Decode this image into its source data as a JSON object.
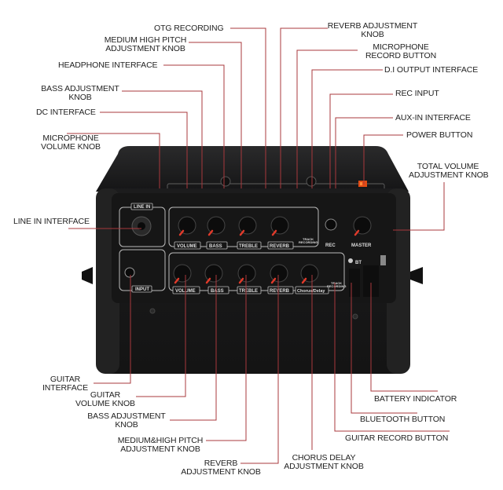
{
  "diagram": {
    "subject": "Portable guitar amplifier control panel",
    "line_color": "#a8383c",
    "body_color": "#1e1e1f",
    "top_callouts": {
      "otg_recording": "OTG RECORDING",
      "medium_high_pitch": [
        "MEDIUM HIGH PITCH",
        "ADJUSTMENT KNOB"
      ],
      "headphone_interface": "HEADPHONE INTERFACE",
      "bass_adjustment": [
        "BASS ADJUSTMENT",
        "KNOB"
      ],
      "dc_interface": "DC INTERFACE",
      "microphone_volume": [
        "MICROPHONE",
        "VOLUME KNOB"
      ],
      "reverb_adjustment": [
        "REVERB ADJUSTMENT",
        "KNOB"
      ],
      "microphone_record": [
        "MICROPHONE",
        "RECORD BUTTON"
      ],
      "di_output": "D.I OUTPUT INTERFACE",
      "rec_input": "REC INPUT",
      "aux_in": "AUX-IN INTERFACE",
      "power_button": "POWER BUTTON",
      "total_volume": [
        "TOTAL VOLUME",
        "ADJUSTMENT KNOB"
      ]
    },
    "side_callouts": {
      "line_in": "LINE IN INTERFACE"
    },
    "bottom_callouts": {
      "guitar_interface": [
        "GUITAR",
        "INTERFACE"
      ],
      "guitar_volume": [
        "GUITAR",
        "VOLUME KNOB"
      ],
      "bass_adjustment": [
        "BASS ADJUSTMENT",
        "KNOB"
      ],
      "medium_high_pitch": [
        "MEDIUM&HIGH PITCH",
        "ADJUSTMENT KNOB"
      ],
      "reverb_adjustment": [
        "REVERB",
        "ADJUSTMENT KNOB"
      ],
      "chorus_delay": [
        "CHORUS DELAY",
        "ADJUSTMENT KNOB"
      ],
      "guitar_record": "GUITAR RECORD BUTTON",
      "bluetooth": "BLUETOOTH BUTTON",
      "battery": "BATTERY INDICATOR"
    },
    "panel": {
      "line_in_tag": "LINE IN",
      "input_tag": "INPUT",
      "mic_row": [
        "VOLUME",
        "BASS",
        "TREBLE",
        "REVERB"
      ],
      "guitar_row": [
        "VOLUME",
        "BASS",
        "TREBLE",
        "REVERB",
        "Chorus/Delay"
      ],
      "track_recording": [
        "TRACK",
        "RECORDING"
      ],
      "rec": "REC",
      "master": "MASTER",
      "bt": "BT"
    }
  }
}
